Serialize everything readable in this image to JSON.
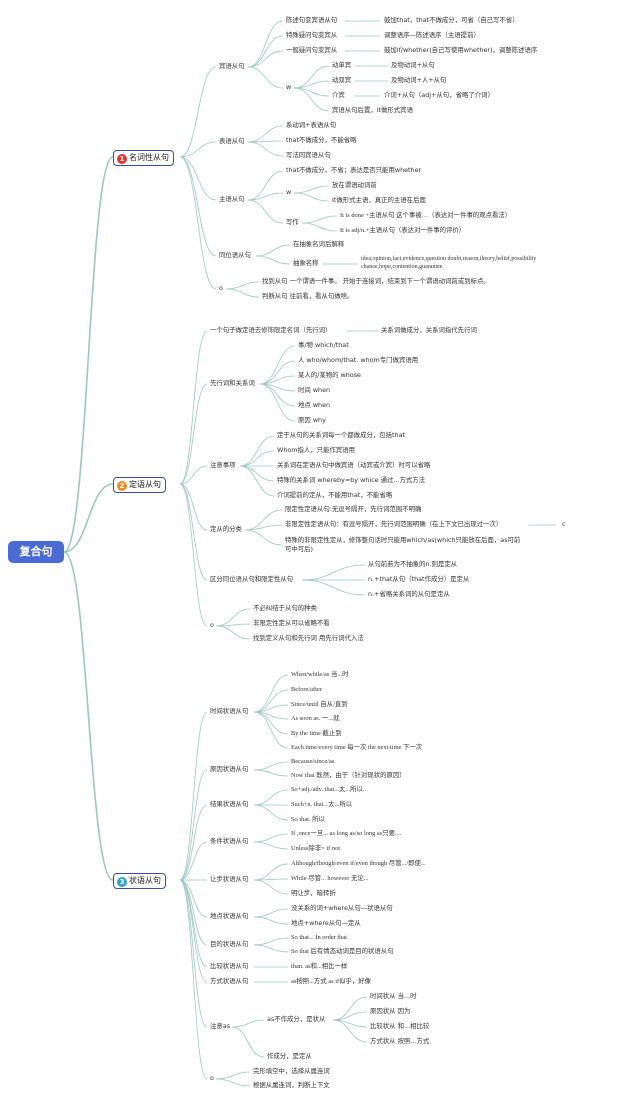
{
  "root": "复合句",
  "branch_noun": {
    "number": "1",
    "label": "名词性从句",
    "object_clause": {
      "label": "宾语从句",
      "items": [
        {
          "text": "陈述句变宾语从句",
          "note": "鼓加that，that不做成分，可省（自己写不省）"
        },
        {
          "text": "特殊疑问句变宾从",
          "note": "调整语序—陈述语序（主语提前）"
        },
        {
          "text": "一般疑问句变宾从",
          "note": "鼓加if/whether(自己写使用whether)，调整陈述语序"
        }
      ],
      "w": "w",
      "w_items": [
        {
          "text": "动单宾",
          "note": "及物动词+从句"
        },
        {
          "text": "动双宾",
          "note": "及物动词+人+从句"
        },
        {
          "text": "介宾",
          "note": "介词+从句（adj+从句，省略了介词）"
        },
        {
          "text": "宾语从句后置，it做形式宾语",
          "note": ""
        }
      ]
    },
    "predicative_clause": {
      "label": "表语从句",
      "items": [
        "系动词+表语从句",
        "that不做成分，不能省略",
        "写法同宾语从句"
      ]
    },
    "subject_clause": {
      "label": "主语从句",
      "item1": "that不做成分，不省；表达是否只能用whether",
      "w": "w",
      "w_items": [
        "放在谓语动词前",
        "It做形式主语，真正的主语在后面"
      ],
      "writing_label": "写作",
      "writing_items": [
        "It is done +主语从句 这个事被…（表达对一件事的观点看法）",
        "It is adj/n.+主语从句（表达对一件事的评价）"
      ]
    },
    "appositive_clause": {
      "label": "同位语从句",
      "item1": "在抽象名词后解释",
      "abstract_label": "抽象名称",
      "abstract_note_1": "idea,opinion,fact,evidence,question doubt,reason,theory,belief,possibility",
      "abstract_note_2": "chance,hope,contention,guarantee."
    },
    "o_label": "o",
    "o_items": [
      "找到从句 一个谓语一件事。 开始于连接词，结束到下一个谓语动词前或到标点。",
      "判断从句 往前看，看从句做啥。"
    ]
  },
  "branch_attr": {
    "number": "2",
    "label": "定语从句",
    "def": {
      "text": "一个句子做定语去修饰限定名词（先行词）",
      "note": "关系词做成分，关系词指代先行词"
    },
    "antecedent": {
      "label": "先行词和关系词",
      "items": [
        "事/物 which/that",
        "人 who/whom/that. whom专门做宾语用",
        "某人的/某物的 whose",
        "时间 when",
        "地点 when",
        "原因 why"
      ]
    },
    "attention": {
      "label": "注意事项",
      "items": [
        "定于从句的关系词每一个都做成分，包括that",
        "Whom指人，只能作宾语用",
        "关系词在定语从句中做宾语（动宾或介宾）时可以省略",
        "特殊的关系词 whereby=by whice 通过...方式方法",
        "介词提前的定从，不能用that，不能省略"
      ]
    },
    "types": {
      "label": "定从的分类",
      "item1": "限定性定语从句:无逗号隔开，先行词范围不明确",
      "item2": "非限定性定语从句：有逗号隔开，先行词范围明确（在上下文已出现过一次）",
      "item2_note": "c",
      "item3_1": "特殊的非限定性定从，修饰整句话时只能用which/as(which只能放在后面，as可前",
      "item3_2": "可中可后)"
    },
    "distinguish": {
      "label": "区分同位语从句和限定性从句",
      "items": [
        "从句前若为不抽象的n.则是定从",
        "n.+that从句（that作成分）是定从",
        "n.+省略关系词的从句是定从"
      ]
    },
    "o_label": "o",
    "o_items": [
      "不必纠结于从句的种类",
      "非限定性定从可以省略不看",
      "找到定义从句和先行词 用先行词代入法"
    ]
  },
  "branch_adv": {
    "number": "3",
    "label": "状语从句",
    "time": {
      "label": "时间状语从句",
      "items": [
        "When/while/as 当...时",
        "Before/after",
        "Since/until 自从/直到",
        "As soon as. 一...就",
        "By the time 截止到",
        "Each time/every time 每一次 the next time 下一次"
      ]
    },
    "reason": {
      "label": "原因状语从句",
      "items": [
        "Because/since/as.",
        "Now that 既然，由于（针对现状的原因）"
      ]
    },
    "result": {
      "label": "结果状语从句",
      "items": [
        "So+adj./adv. that...太...所以..",
        "Such+n. that...太...所以",
        "So that. 所以"
      ]
    },
    "condition": {
      "label": "条件状语从句",
      "items": [
        "If ,once一旦... as long as/so long as只要....",
        "Unless除非= if not"
      ]
    },
    "concession": {
      "label": "让步状语从句",
      "items": [
        "Although/though/even if/even though 尽管.../即使...",
        "While 尽管... however 无论...",
        "明让步，暗转折"
      ]
    },
    "place": {
      "label": "地点状语从句",
      "items": [
        "没关系的词+where从句—状语从句",
        "地点+where从句—定从"
      ]
    },
    "purpose": {
      "label": "目的状语从句",
      "items": [
        "So that... In order that",
        "So that 后有情态动词是目的状语从句"
      ]
    },
    "comparison": {
      "label": "比较状语从句",
      "items": [
        "than. as和...相比一样"
      ]
    },
    "manner": {
      "label": "方式状语从句",
      "items": [
        "as按照...方式 as if似乎，好像"
      ]
    },
    "as_note": {
      "label": "注意as",
      "sub_label": "as不作成分，是状从",
      "sub_items": [
        "时间状从 当...时",
        "原因状从 因为",
        "比较状从 和...相比较",
        "方式状从 按照...方式"
      ],
      "item2": "作成分，是定从"
    },
    "o_label": "o",
    "o_items": [
      "完形填空中，选择从属连词",
      "根据从属连词，判断上下文"
    ]
  },
  "colors": {
    "root": "#4a6bd6",
    "branch_line": "#9cc7c0",
    "num_badge": [
      "#e6342d",
      "#f08a24",
      "#2f9fe0"
    ]
  }
}
